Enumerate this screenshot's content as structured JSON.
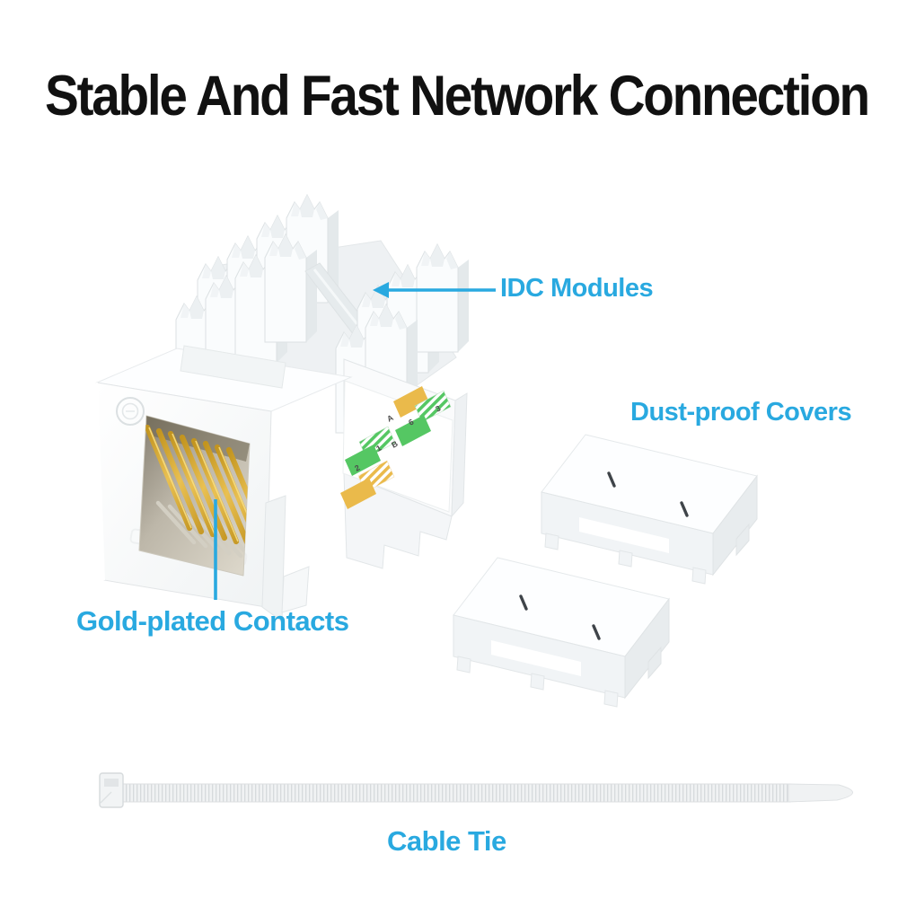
{
  "page": {
    "background": "#ffffff"
  },
  "title": {
    "text": "Stable And Fast Network Connection",
    "color": "#111111"
  },
  "annotations": {
    "accent_color": "#29a9e0",
    "idc_modules": "IDC Modules",
    "dust_proof_covers": "Dust-proof Covers",
    "gold_plated_contacts": "Gold-plated Contacts",
    "cable_tie": "Cable Tie"
  },
  "jack": {
    "body_color": "#ffffff",
    "contacts_color": "#d9a733",
    "wiring_label": {
      "letters": [
        "A",
        "B"
      ],
      "numbers": [
        "1",
        "2",
        "3",
        "6"
      ],
      "green": "#55c763",
      "orange": "#eaba4b"
    }
  }
}
